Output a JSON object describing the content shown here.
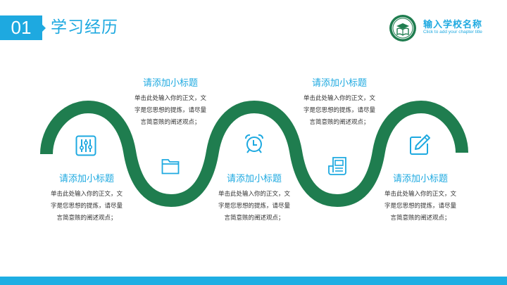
{
  "header": {
    "number": "01",
    "title": "学习经历"
  },
  "brand": {
    "school_name": "输入学校名称",
    "subtitle": "Click to add your chapter title",
    "logo_icon": "school-emblem-icon"
  },
  "colors": {
    "accent_blue": "#1ea9e0",
    "wave_green": "#1f7d4f",
    "body_text": "#333333"
  },
  "items": [
    {
      "title": "请添加小标题",
      "line1": "单击此处输入你的正文，文",
      "line2": "字是您思想的提炼，请尽量",
      "line3": "言简意赅的阐述观点；",
      "icon": "sliders-icon"
    },
    {
      "title": "请添加小标题",
      "line1": "单击此处输入你的正文，文",
      "line2": "字是您思想的提炼，请尽量",
      "line3": "言简意赅的阐述观点；",
      "icon": "folder-icon"
    },
    {
      "title": "请添加小标题",
      "line1": "单击此处输入你的正文，文",
      "line2": "字是您思想的提炼，请尽量",
      "line3": "言简意赅的阐述观点；",
      "icon": "alarm-clock-icon"
    },
    {
      "title": "请添加小标题",
      "line1": "单击此处输入你的正文，文",
      "line2": "字是您思想的提炼，请尽量",
      "line3": "言简意赅的阐述观点；",
      "icon": "newspaper-icon"
    },
    {
      "title": "请添加小标题",
      "line1": "单击此处输入你的正文，文",
      "line2": "字是您思想的提炼，请尽量",
      "line3": "言简意赅的阐述观点；",
      "icon": "edit-icon"
    }
  ]
}
